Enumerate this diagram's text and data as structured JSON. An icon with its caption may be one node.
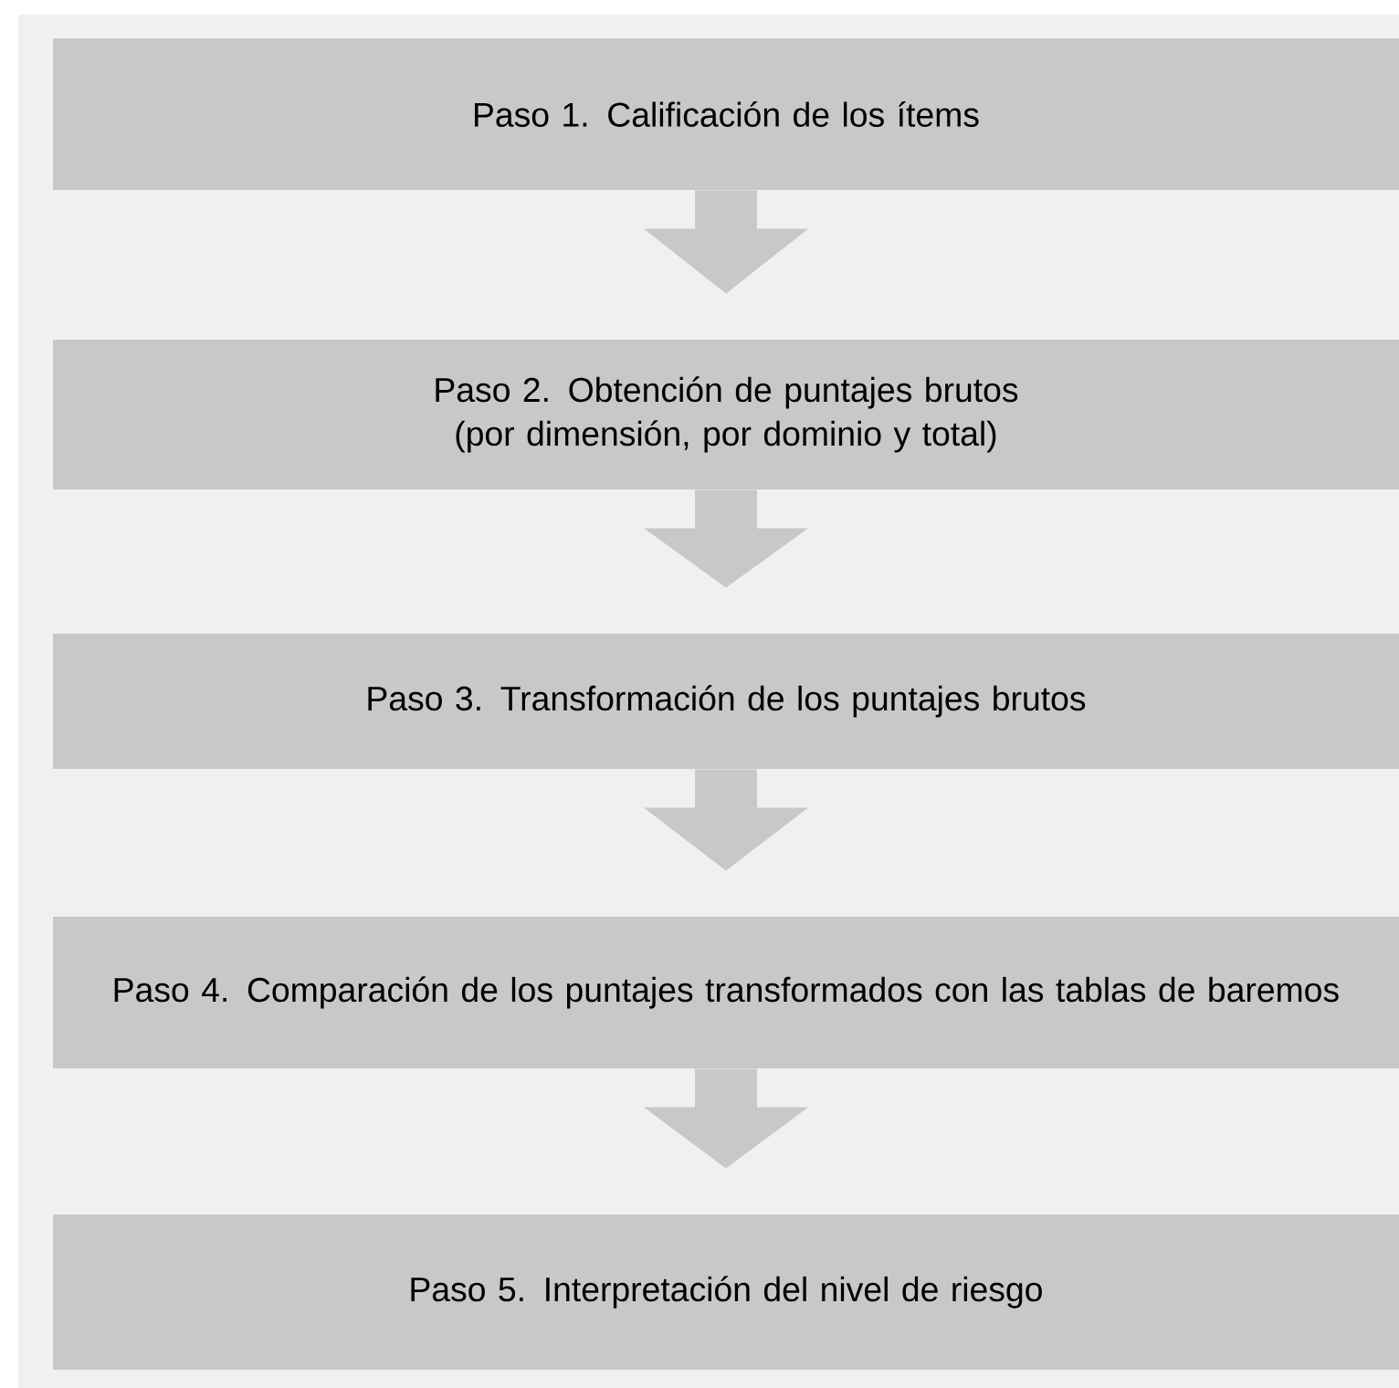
{
  "diagram": {
    "nodes": [
      {
        "text": [
          "Paso 1. Calificación de los ítems"
        ]
      },
      {
        "text": [
          "Paso 2. Obtención de puntajes brutos (por dimensión, por dominio y total)"
        ]
      },
      {
        "text": [
          "Paso 3. Transformación de los puntajes brutos"
        ]
      },
      {
        "text": [
          "Paso 4. Comparación de los puntajes transformados con las tablas de baremos"
        ]
      },
      {
        "text": [
          "Paso 5. Interpretación del nivel de riesgo"
        ]
      }
    ],
    "edges": [
      {
        "from": 0,
        "to": 1,
        "arrow": "to"
      },
      {
        "from": 1,
        "to": 2,
        "arrow": "to"
      },
      {
        "from": 2,
        "to": 3,
        "arrow": "to"
      },
      {
        "from": 3,
        "to": 4,
        "arrow": "to"
      }
    ]
  }
}
